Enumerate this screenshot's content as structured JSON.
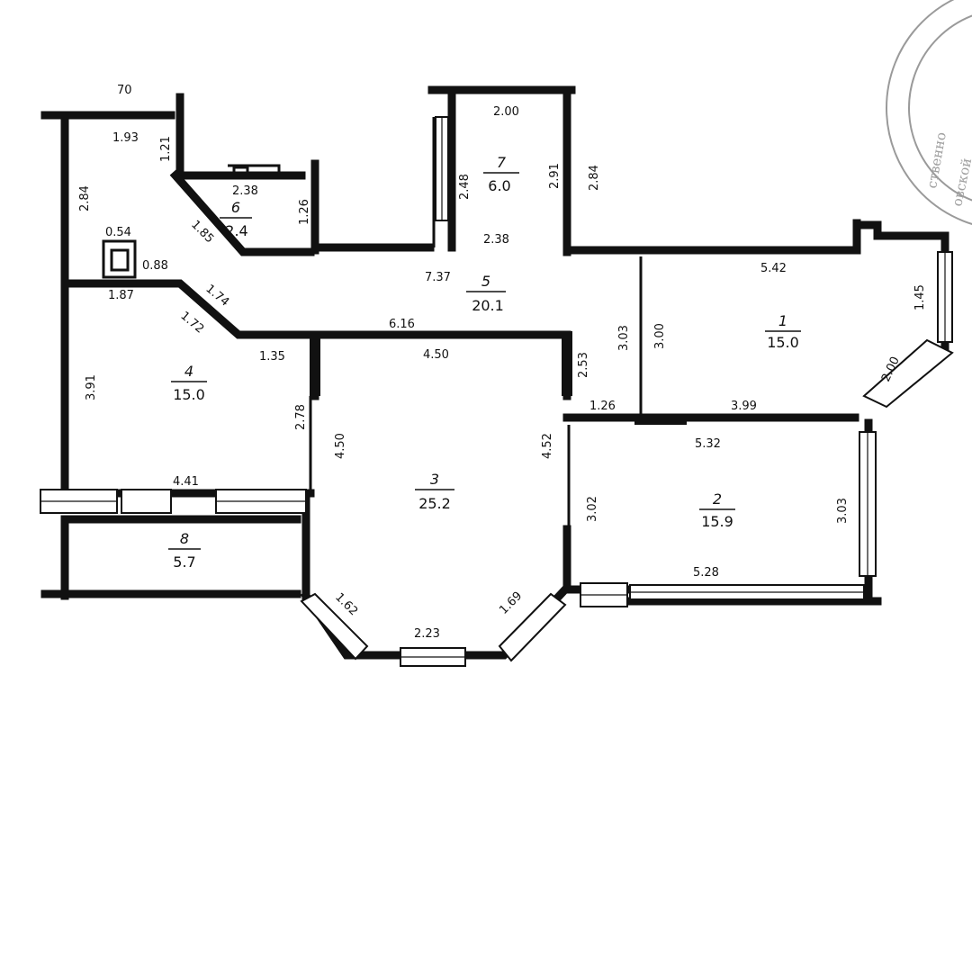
{
  "rooms": [
    {
      "id": "r1",
      "number": "1",
      "area": "15.0"
    },
    {
      "id": "r2",
      "number": "2",
      "area": "15.9"
    },
    {
      "id": "r3",
      "number": "3",
      "area": "25.2"
    },
    {
      "id": "r4",
      "number": "4",
      "area": "15.0"
    },
    {
      "id": "r5",
      "number": "5",
      "area": "20.1"
    },
    {
      "id": "r6",
      "number": "6",
      "area": "2.4"
    },
    {
      "id": "r7",
      "number": "7",
      "area": "6.0"
    },
    {
      "id": "r8",
      "number": "8",
      "area": "5.7"
    }
  ],
  "dimensions": {
    "d_70": "70",
    "d_193": "1.93",
    "d_121": "1.21",
    "d_284a": "2.84",
    "d_238a": "2.38",
    "d_185": "1.85",
    "d_126a": "1.26",
    "d_200a": "2.00",
    "d_248": "2.48",
    "d_291a": "2.91",
    "d_284b": "2.84",
    "d_238b": "2.38",
    "d_054": "0.54",
    "d_088": "0.88",
    "d_737": "7.37",
    "d_542": "5.42",
    "d_145": "1.45",
    "d_187": "1.87",
    "d_174": "1.74",
    "d_172": "1.72",
    "d_616": "6.16",
    "d_303a": "3.03",
    "d_300": "3.00",
    "d_200b": "2.00",
    "d_391": "3.91",
    "d_135": "1.35",
    "d_450a": "4.50",
    "d_253": "2.53",
    "d_126b": "1.26",
    "d_399": "3.99",
    "d_278": "2.78",
    "d_450b": "4.50",
    "d_452": "4.52",
    "d_532": "5.32",
    "d_441": "4.41",
    "d_302": "3.02",
    "d_303b": "3.03",
    "d_528": "5.28",
    "d_162": "1.62",
    "d_223": "2.23",
    "d_169": "1.69"
  },
  "seal": {
    "fragment1": "ственно",
    "fragment2": "овской"
  }
}
